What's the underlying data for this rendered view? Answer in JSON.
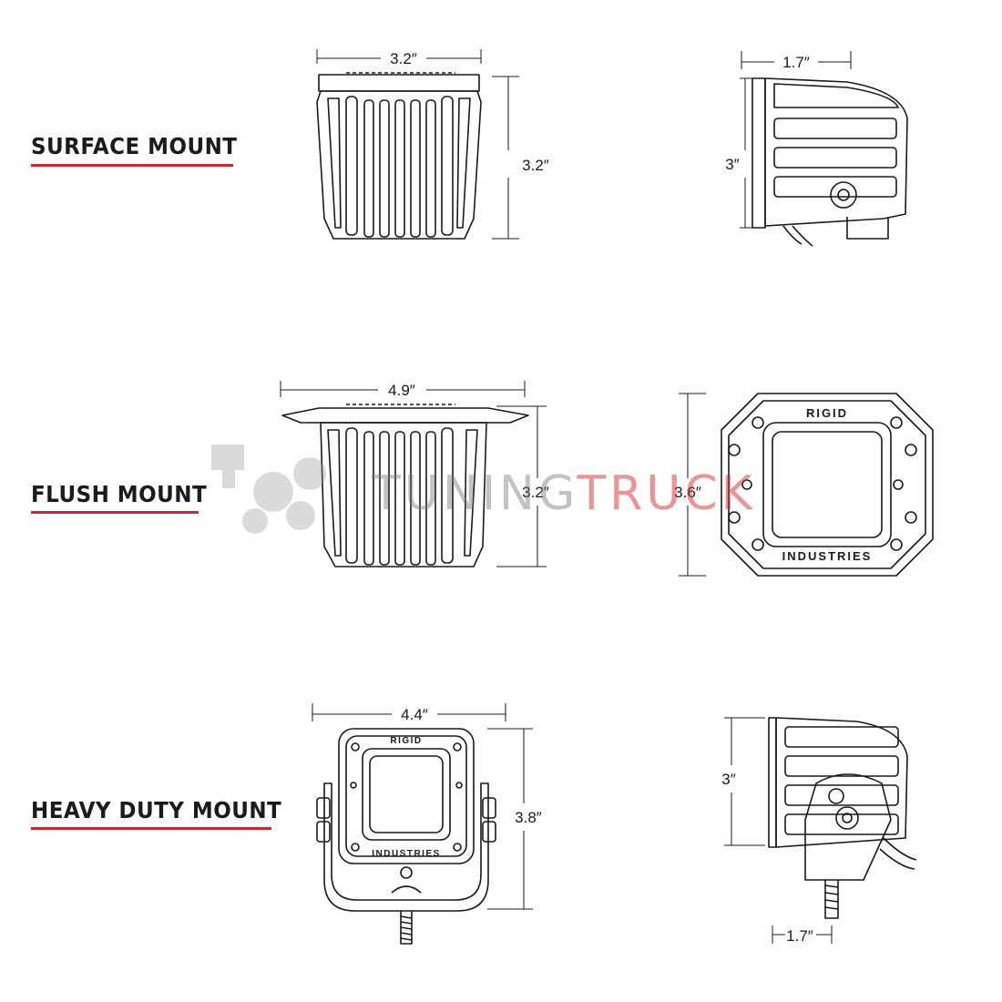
{
  "mounts": [
    {
      "label": "SURFACE MOUNT",
      "front_width": "3.2″",
      "front_height": "3.2″",
      "side_depth": "1.7″",
      "side_height": "3″"
    },
    {
      "label": "FLUSH MOUNT",
      "flange_width": "4.9″",
      "side_height": "3.2″",
      "front_height": "3.6″",
      "brand_top": "RIGID",
      "brand_bottom": "INDUSTRIES"
    },
    {
      "label": "HEAVY DUTY MOUNT",
      "front_width": "4.4″",
      "front_height": "3.8″",
      "brand_top": "RIGID",
      "brand_bottom": "INDUSTRIES",
      "side_height": "3″",
      "side_depth": "1.7″"
    }
  ],
  "watermark": {
    "part1": "TUNING",
    "part2": "TRUCK"
  },
  "colors": {
    "accent": "#d8232a",
    "line": "#1a1a1a"
  }
}
